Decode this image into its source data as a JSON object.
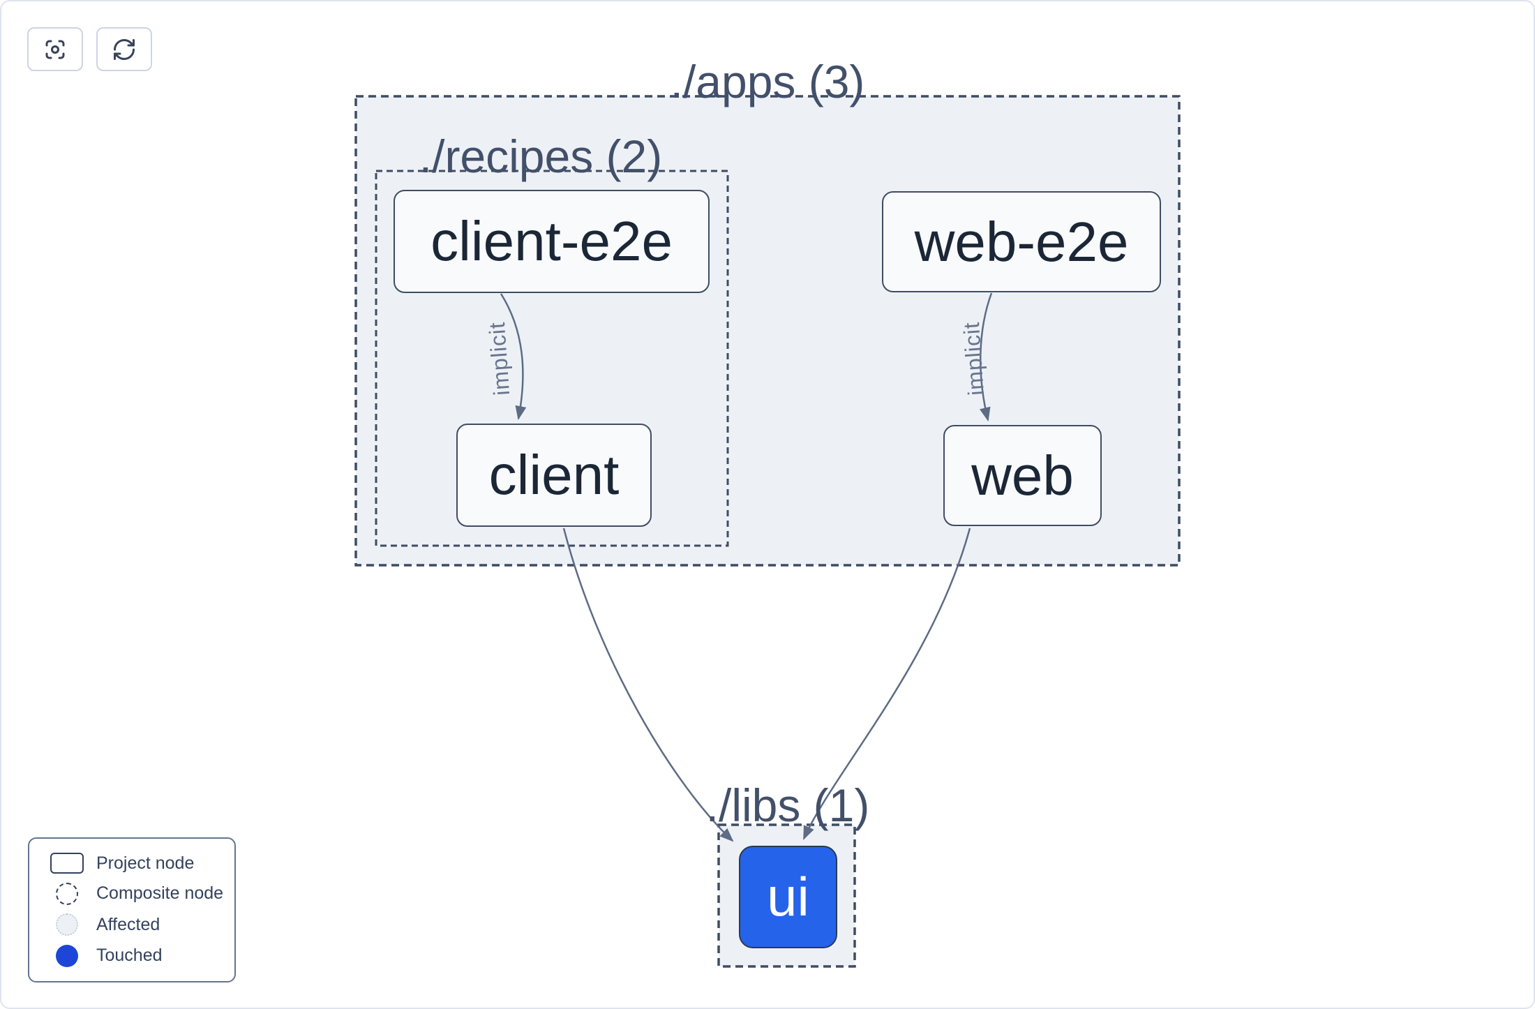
{
  "toolbar": {
    "buttons": [
      {
        "name": "focus-button",
        "icon": "focus-icon"
      },
      {
        "name": "refresh-button",
        "icon": "refresh-icon"
      }
    ]
  },
  "graph": {
    "groups": [
      {
        "id": "apps",
        "label": "./apps (3)"
      },
      {
        "id": "recipes",
        "label": "./recipes (2)"
      },
      {
        "id": "libs",
        "label": "./libs (1)"
      }
    ],
    "nodes": [
      {
        "id": "client-e2e",
        "label": "client-e2e",
        "state": "normal"
      },
      {
        "id": "web-e2e",
        "label": "web-e2e",
        "state": "normal"
      },
      {
        "id": "client",
        "label": "client",
        "state": "normal"
      },
      {
        "id": "web",
        "label": "web",
        "state": "normal"
      },
      {
        "id": "ui",
        "label": "ui",
        "state": "touched"
      }
    ],
    "edges": [
      {
        "from": "client-e2e",
        "to": "client",
        "label": "implicit"
      },
      {
        "from": "web-e2e",
        "to": "web",
        "label": "implicit"
      },
      {
        "from": "client",
        "to": "ui",
        "label": ""
      },
      {
        "from": "web",
        "to": "ui",
        "label": ""
      }
    ]
  },
  "legend": {
    "items": [
      {
        "label": "Project node"
      },
      {
        "label": "Composite node"
      },
      {
        "label": "Affected"
      },
      {
        "label": "Touched"
      }
    ]
  },
  "colors": {
    "touched_blue": "#1d46d8",
    "node_touched_fill": "#2563eb",
    "composite_fill": "#edf1f6",
    "node_fill": "#f8fafc",
    "border_dark": "#3f4c61",
    "edge": "#5d6b84"
  }
}
